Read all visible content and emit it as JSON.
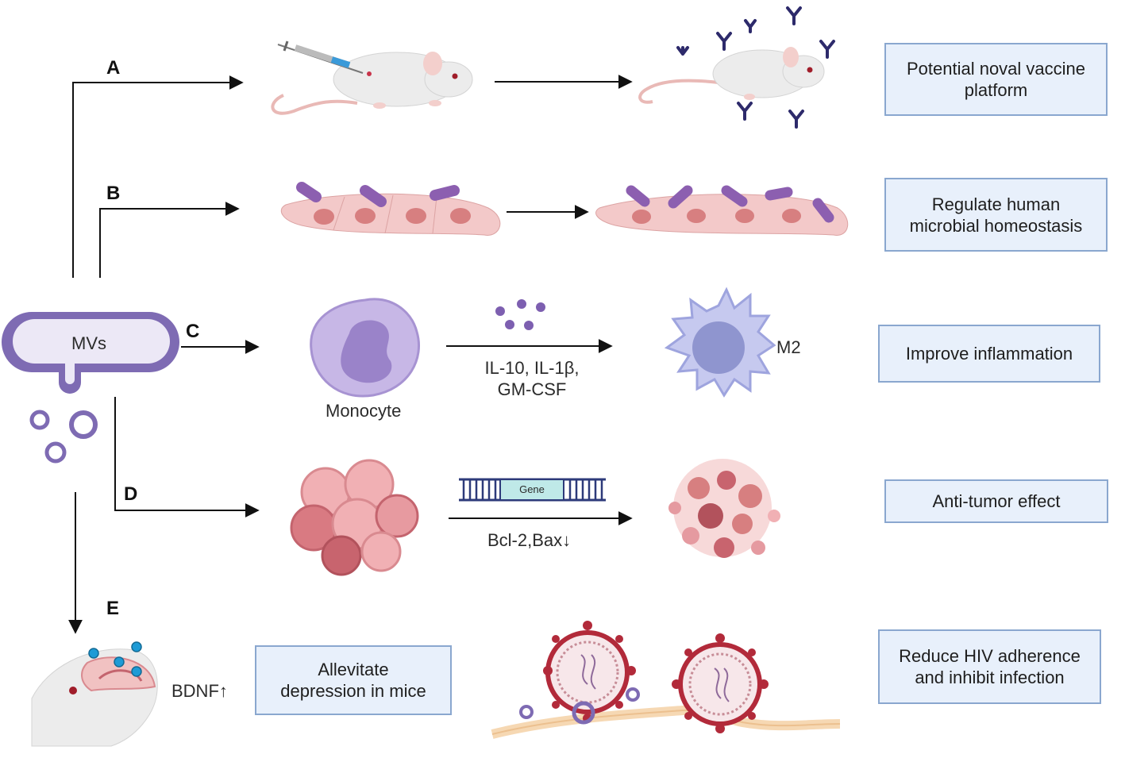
{
  "mvs_label": "MVs",
  "branches": [
    {
      "letter": "A",
      "outcome_lines": [
        "Potential noval vaccine",
        "platform"
      ]
    },
    {
      "letter": "B",
      "outcome_lines": [
        "Regulate human",
        "microbial homeostasis"
      ]
    },
    {
      "letter": "C",
      "outcome_lines": [
        "Improve inflammation"
      ]
    },
    {
      "letter": "D",
      "outcome_lines": [
        "Anti-tumor effect"
      ]
    },
    {
      "letter": "E",
      "outcome_lines": [
        "Allevitate",
        "depression in mice"
      ]
    }
  ],
  "hiv_outcome_lines": [
    "Reduce HIV adherence",
    "and inhibit infection"
  ],
  "monocyte_label": "Monocyte",
  "m2_label": "M2",
  "cytokines_lines": [
    "IL-10, IL-1β,",
    "GM-CSF"
  ],
  "gene_label": "Gene",
  "bcl_label": "Bcl-2,Bax↓",
  "bdnf_label": "BDNF↑",
  "colors": {
    "box_fill": "#e8f0fb",
    "box_border": "#8aa7cf",
    "mv_purple": "#7e6bb3",
    "cell_pink": "#f3c9c9",
    "bacteria_purple": "#8c5fb0",
    "antibody_navy": "#2d2a6b",
    "virus_red": "#b22a3a",
    "blue_dot": "#1e9bd6"
  }
}
